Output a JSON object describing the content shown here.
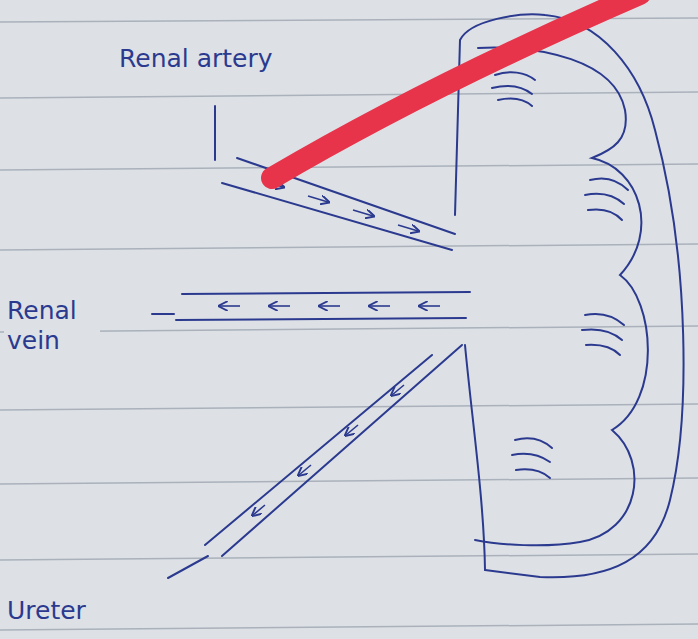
{
  "diagram": {
    "labels": [
      "Renal artery",
      "Renal vein",
      "Ureter"
    ]
  }
}
